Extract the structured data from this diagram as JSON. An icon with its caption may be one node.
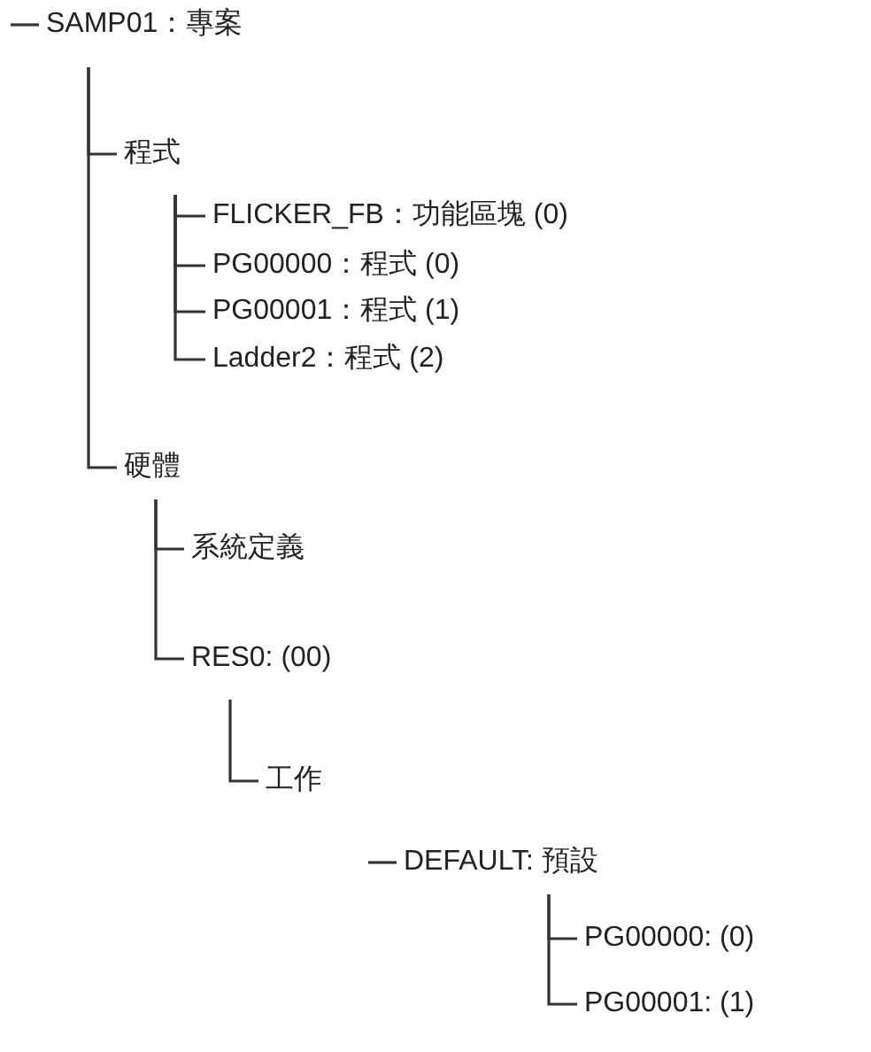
{
  "diagram": {
    "nodes": [
      {
        "text": [
          "SAMP01：專案"
        ]
      },
      {
        "text": [
          "程式"
        ]
      },
      {
        "text": [
          "FLICKER_FB：功能區塊 (0)"
        ]
      },
      {
        "text": [
          "PG00000：程式 (0)"
        ]
      },
      {
        "text": [
          "PG00001：程式 (1)"
        ]
      },
      {
        "text": [
          "Ladder2：程式 (2)"
        ]
      },
      {
        "text": [
          "硬體"
        ]
      },
      {
        "text": [
          "系統定義"
        ]
      },
      {
        "text": [
          "RES0: (00)"
        ]
      },
      {
        "text": [
          "工作"
        ]
      },
      {
        "text": [
          "DEFAULT: 預設"
        ]
      },
      {
        "text": [
          "PG00000: (0)"
        ]
      },
      {
        "text": [
          "PG00001: (1)"
        ]
      }
    ],
    "edges": [
      {
        "from": null,
        "to": 0,
        "arrow": "none"
      },
      {
        "from": 0,
        "to": 1,
        "arrow": "none"
      },
      {
        "from": 0,
        "to": 6,
        "arrow": "none"
      },
      {
        "from": 1,
        "to": 2,
        "arrow": "none"
      },
      {
        "from": 1,
        "to": 3,
        "arrow": "none"
      },
      {
        "from": 1,
        "to": 4,
        "arrow": "none"
      },
      {
        "from": 1,
        "to": 5,
        "arrow": "none"
      },
      {
        "from": 6,
        "to": 7,
        "arrow": "none"
      },
      {
        "from": 6,
        "to": 8,
        "arrow": "none"
      },
      {
        "from": 8,
        "to": 9,
        "arrow": "none"
      },
      {
        "from": null,
        "to": 10,
        "arrow": "none"
      },
      {
        "from": 10,
        "to": 11,
        "arrow": "none"
      },
      {
        "from": 10,
        "to": 12,
        "arrow": "none"
      }
    ]
  }
}
